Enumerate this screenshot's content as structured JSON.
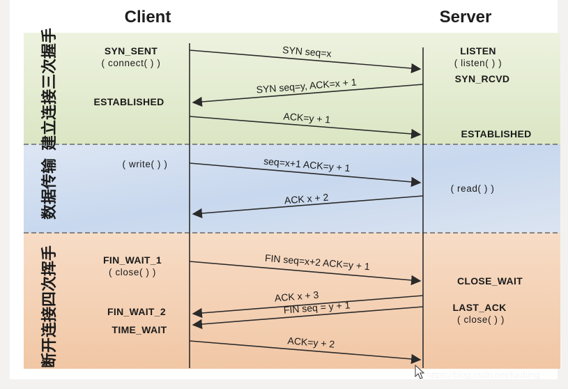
{
  "headers": {
    "client": "Client",
    "server": "Server"
  },
  "phases": [
    {
      "label": "建立连接三次握手"
    },
    {
      "label": "数据传输"
    },
    {
      "label": "断开连接四次挥手"
    }
  ],
  "client_states": {
    "syn_sent": "SYN_SENT",
    "connect": "( connect( ) )",
    "established": "ESTABLISHED",
    "write": "( write( ) )",
    "fin_wait_1": "FIN_WAIT_1",
    "close": "( close( ) )",
    "fin_wait_2": "FIN_WAIT_2",
    "time_wait": "TIME_WAIT"
  },
  "server_states": {
    "listen": "LISTEN",
    "listen_call": "( listen( ) )",
    "syn_rcvd": "SYN_RCVD",
    "established": "ESTABLISHED",
    "read": "( read( ) )",
    "close_wait": "CLOSE_WAIT",
    "last_ack": "LAST_ACK",
    "close": "( close( ) )"
  },
  "messages": {
    "m1": "SYN seq=x",
    "m2": "SYN seq=y, ACK=x + 1",
    "m3": "ACK=y + 1",
    "m4": "seq=x+1 ACK=y + 1",
    "m5": "ACK x + 2",
    "m6": "FIN seq=x+2 ACK=y + 1",
    "m7": "ACK x + 3",
    "m8": "FIN seq = y + 1",
    "m9": "ACK=y + 2"
  },
  "watermark": "https://blog.csdn.net/fuubing",
  "colors": {
    "phase1": "#e2ebcf",
    "phase2": "#cfdcef",
    "phase3": "#f5d2b6",
    "line": "#2a2a2a"
  },
  "icons": {
    "cursor": "mouse-pointer-icon"
  }
}
